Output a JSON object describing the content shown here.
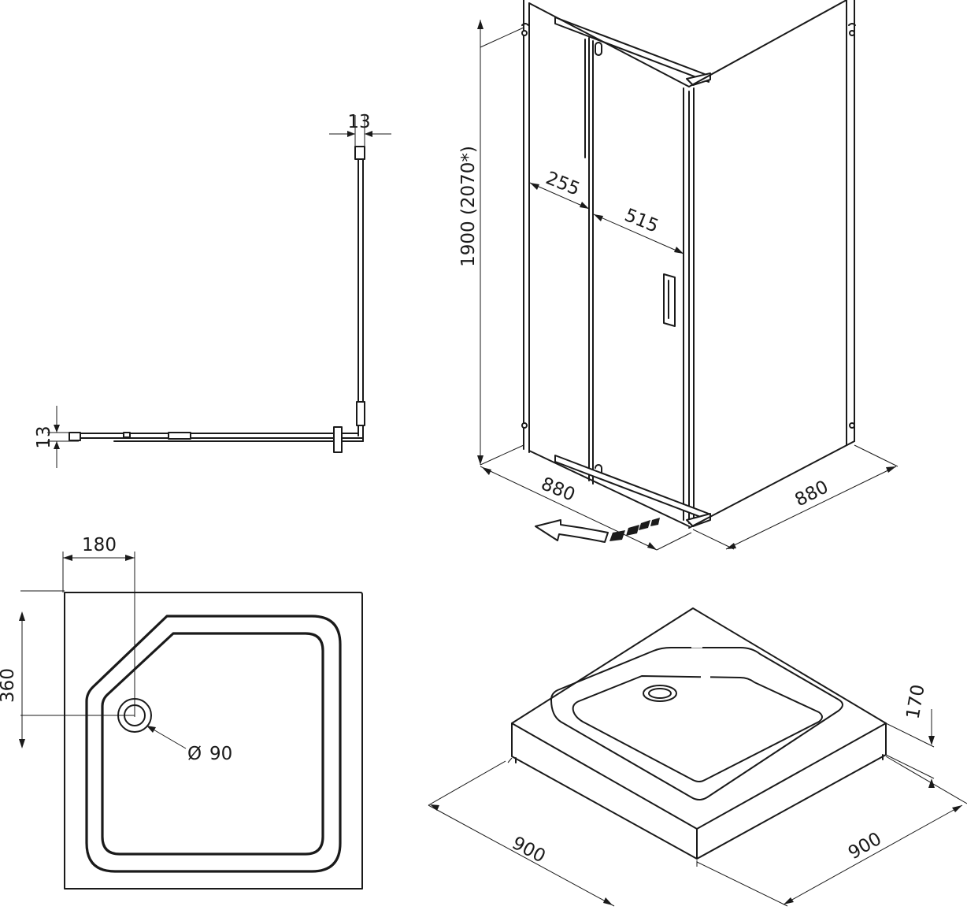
{
  "plan_view": {
    "dim_top": "13",
    "dim_left": "13"
  },
  "enclosure_3d": {
    "height": "1900 (2070*)",
    "fixed_panel_width": "255",
    "door_width": "515",
    "front_width": "880",
    "side_width": "880"
  },
  "tray_plan": {
    "drain_offset_x": "180",
    "drain_offset_y": "360",
    "drain_diameter_symbol": "Ø",
    "drain_diameter": "90"
  },
  "tray_3d": {
    "height": "170",
    "width_left": "900",
    "width_right": "900"
  }
}
